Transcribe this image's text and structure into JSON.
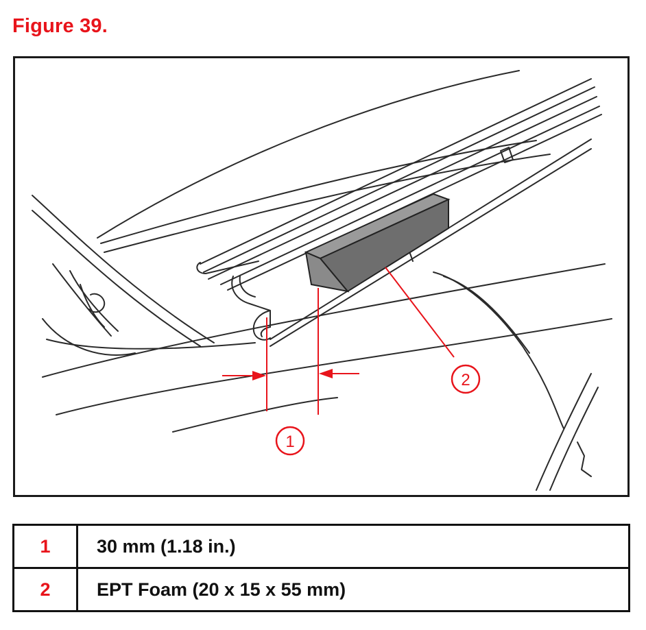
{
  "figure": {
    "title": "Figure 39."
  },
  "callouts": {
    "c1": "1",
    "c2": "2"
  },
  "legend": {
    "rows": [
      {
        "num": "1",
        "text": "30 mm (1.18 in.)"
      },
      {
        "num": "2",
        "text": "EPT Foam (20 x 15 x 55 mm)"
      }
    ]
  },
  "colors": {
    "accent": "#e8141b",
    "line": "#2a2a2a",
    "foam": "#6e6e6e"
  }
}
